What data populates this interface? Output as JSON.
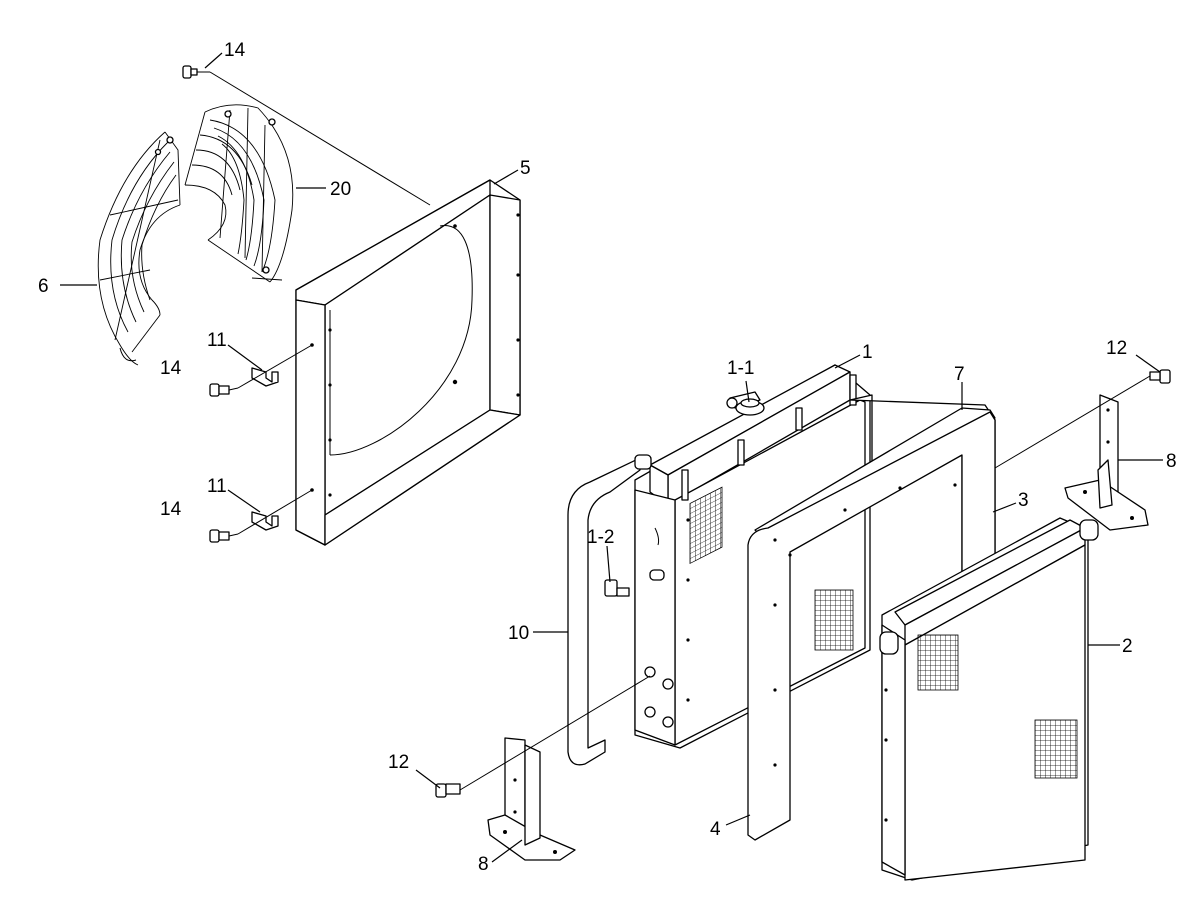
{
  "callouts": {
    "c14a": "14",
    "c20": "20",
    "c5": "5",
    "c6": "6",
    "c11a": "11",
    "c14b": "14",
    "c11b": "11",
    "c14c": "14",
    "c1_1": "1-1",
    "c1": "1",
    "c7": "7",
    "c12a": "12",
    "c8a": "8",
    "c3": "3",
    "c1_2": "1-2",
    "c10": "10",
    "c2": "2",
    "c12b": "12",
    "c4": "4",
    "c8b": "8"
  }
}
